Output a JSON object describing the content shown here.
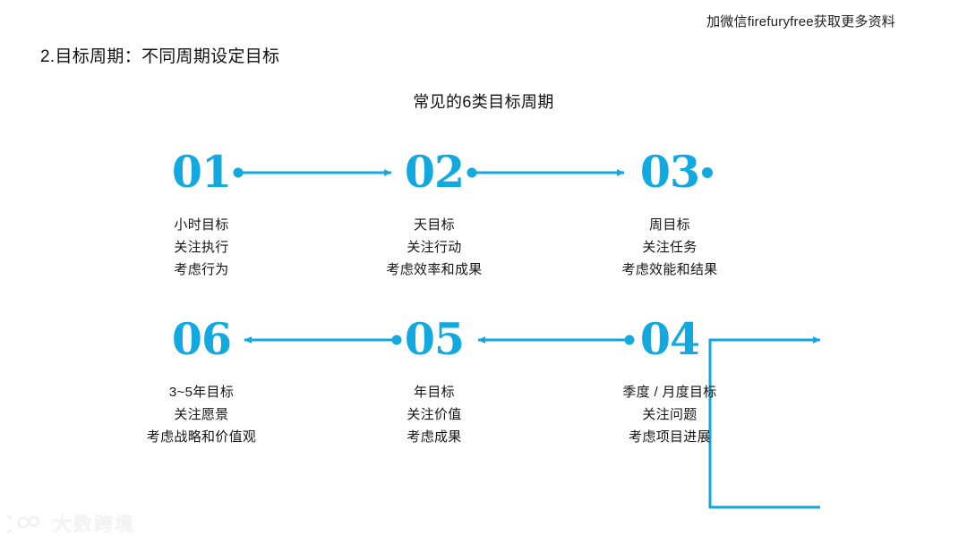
{
  "watermarks": {
    "top_right": "加微信firefuryfree获取更多资料",
    "bottom_left_logo_text": "大数跨境"
  },
  "heading": {
    "title": "2.目标周期：不同周期设定目标",
    "subtitle": "常见的6类目标周期"
  },
  "theme": {
    "accent": "#12a8e0",
    "text": "#161616",
    "background": "#ffffff"
  },
  "diagram": {
    "type": "cycle-flow",
    "steps": [
      {
        "number": "01",
        "lines": [
          "小时目标",
          "关注执行",
          "考虑行为"
        ]
      },
      {
        "number": "02",
        "lines": [
          "天目标",
          "关注行动",
          "考虑效率和成果"
        ]
      },
      {
        "number": "03",
        "lines": [
          "周目标",
          "关注任务",
          "考虑效能和结果"
        ]
      },
      {
        "number": "04",
        "lines": [
          "季度 / 月度目标",
          "关注问题",
          "考虑项目进展"
        ]
      },
      {
        "number": "05",
        "lines": [
          "年目标",
          "关注价值",
          "考虑成果"
        ]
      },
      {
        "number": "06",
        "lines": [
          "3~5年目标",
          "关注愿景",
          "考虑战略和价值观"
        ]
      }
    ],
    "connectors": [
      {
        "from": "01",
        "to": "02",
        "direction": "right"
      },
      {
        "from": "02",
        "to": "03",
        "direction": "right"
      },
      {
        "from": "03",
        "to": "04",
        "direction": "right-down-left"
      },
      {
        "from": "04",
        "to": "05",
        "direction": "left"
      },
      {
        "from": "05",
        "to": "06",
        "direction": "left"
      }
    ]
  }
}
